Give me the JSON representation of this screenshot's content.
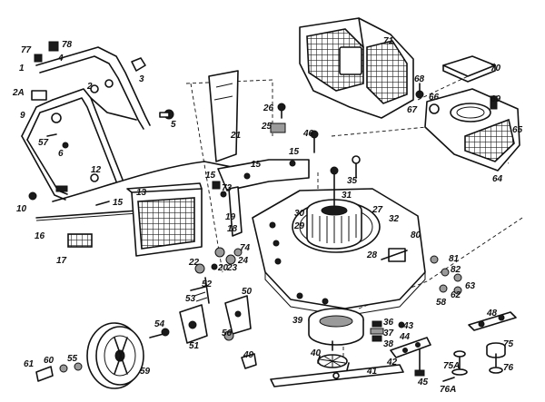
{
  "labels": {
    "p1": "1",
    "p2": "2",
    "p2a": "2A",
    "p3": "3",
    "p4": "4",
    "p5": "5",
    "p6": "6",
    "p9": "9",
    "p10": "10",
    "p12": "12",
    "p13": "13",
    "p15a": "15",
    "p15b": "15",
    "p15c": "15",
    "p15d": "15",
    "p16": "16",
    "p17": "17",
    "p18": "18",
    "p19": "19",
    "p20": "20",
    "p21": "21",
    "p22": "22",
    "p23": "23",
    "p24": "24",
    "p25": "25",
    "p26": "26",
    "p27": "27",
    "p28": "28",
    "p29": "29",
    "p30": "30",
    "p31": "31",
    "p32": "32",
    "p35": "35",
    "p36": "36",
    "p37": "37",
    "p38": "38",
    "p39": "39",
    "p40": "40",
    "p41": "41",
    "p42": "42",
    "p43": "43",
    "p44": "44",
    "p45": "45",
    "p46": "46",
    "p48": "48",
    "p49": "49",
    "p50": "50",
    "p51": "51",
    "p52": "52",
    "p53": "53",
    "p54": "54",
    "p55": "55",
    "p56": "56",
    "p57": "57",
    "p58": "58",
    "p59": "59",
    "p60": "60",
    "p61": "61",
    "p62": "62",
    "p63": "63",
    "p64": "64",
    "p65": "65",
    "p66": "66",
    "p67": "67",
    "p68": "68",
    "p69": "69",
    "p70": "70",
    "p71": "71",
    "p73": "73",
    "p74": "74",
    "p75": "75",
    "p75a": "75A",
    "p76": "76",
    "p76a": "76A",
    "p77": "77",
    "p78": "78",
    "p80": "80",
    "p81": "81",
    "p82": "82"
  }
}
